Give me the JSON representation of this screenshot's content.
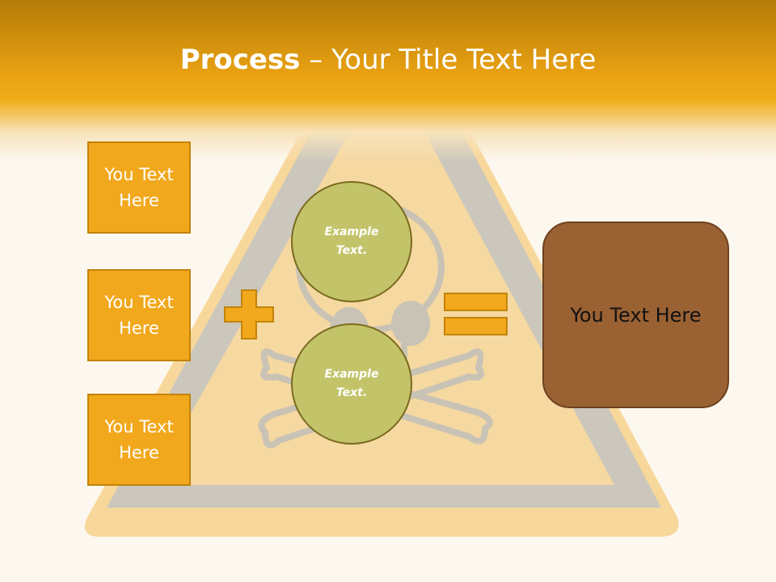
{
  "slide": {
    "title_bold": "Process",
    "title_rest": " – Your Title Text Here",
    "left_boxes": [
      {
        "label": "You Text Here"
      },
      {
        "label": "You Text Here"
      },
      {
        "label": "You Text Here"
      }
    ],
    "circles": [
      {
        "label": "Example Text."
      },
      {
        "label": "Example Text."
      }
    ],
    "result_label": "You Text Here"
  },
  "colors": {
    "header": "#f0ad1a",
    "box_fill": "#f2a81c",
    "circle_fill": "#c3c46a",
    "result_fill": "#9a6133"
  },
  "icons": [
    "hazard-triangle-skull-icon",
    "plus-icon",
    "equals-icon"
  ]
}
